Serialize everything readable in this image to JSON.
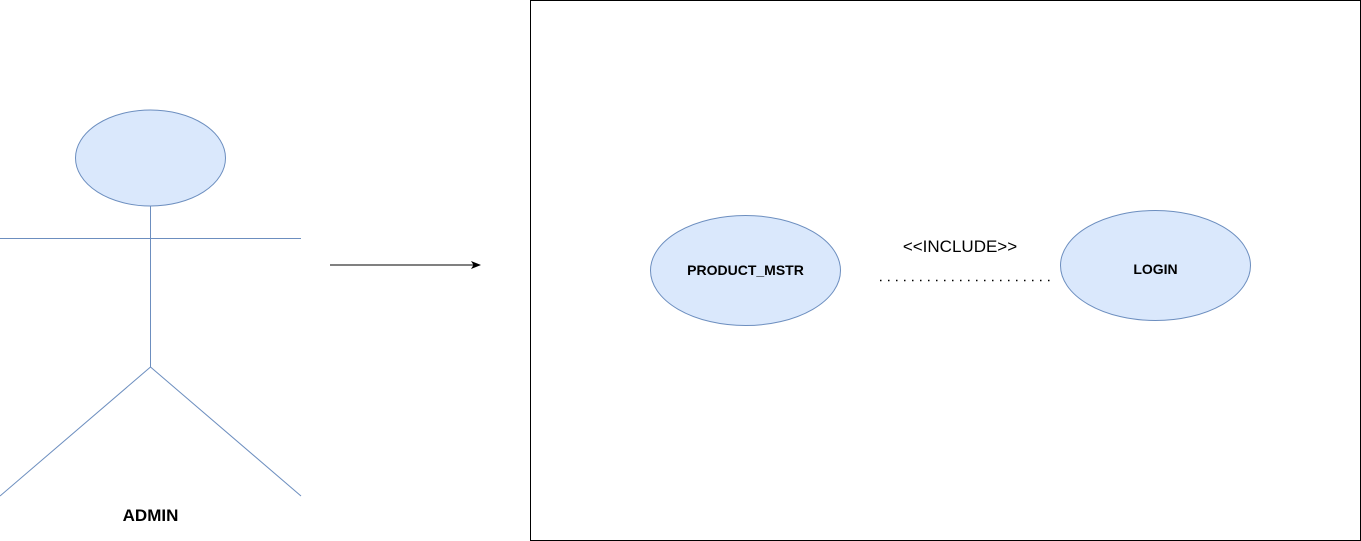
{
  "diagram": {
    "actor": {
      "name": "ADMIN"
    },
    "use_cases": {
      "primary": "PRODUCT_MSTR",
      "included": "LOGIN"
    },
    "relationship": {
      "stereotype": "<<INCLUDE>>"
    },
    "colors": {
      "shape_fill": "#dae8fc",
      "shape_stroke": "#6c8ebf",
      "line": "#000000",
      "text": "#000000"
    }
  }
}
